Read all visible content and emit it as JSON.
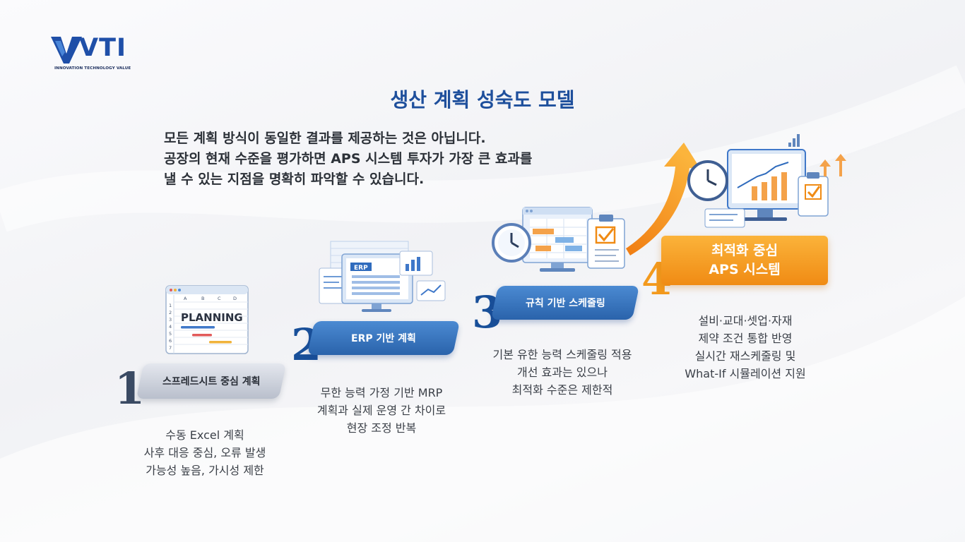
{
  "logo": {
    "text": "VTI",
    "tagline": "INNOVATION TECHNOLOGY VALUE"
  },
  "title": "생산 계획 성숙도 모델",
  "intro": [
    "모든 계획 방식이 동일한 결과를 제공하는 것은 아닙니다.",
    "공장의 현재 수준을 평가하면 APS 시스템 투자가 가장 큰 효과를",
    "낼 수 있는 지점을 명확히 파악할 수 있습니다."
  ],
  "stages": [
    {
      "number": "1",
      "label": "스프레드시트 중심 계획",
      "icon": "spreadsheet-icon",
      "icon_text": "PLANNING",
      "description": [
        "수동 Excel 계획",
        "사후 대응 중심, 오류 발생",
        "가능성 높음, 가시성 제한"
      ]
    },
    {
      "number": "2",
      "label": "ERP 기반 계획",
      "icon": "erp-monitor-icon",
      "icon_text": "ERP",
      "description": [
        "무한 능력 가정 기반 MRP",
        "계획과 실제 운영 간 차이로",
        "현장 조정 반복"
      ]
    },
    {
      "number": "3",
      "label": "규칙 기반 스케줄링",
      "icon": "schedule-monitor-icon",
      "description": [
        "기본 유한 능력 스케줄링 적용",
        "개선 효과는 있으나",
        "최적화 수준은 제한적"
      ]
    },
    {
      "number": "4",
      "label_lines": [
        "최적화 중심",
        "APS 시스템"
      ],
      "icon": "analytics-monitor-icon",
      "description": [
        "설비·교대·셋업·자재",
        "제약 조건 통합 반영",
        "실시간 재스케줄링 및",
        "What-If 시뮬레이션 지원"
      ]
    }
  ],
  "colors": {
    "primary_blue": "#1e4f9c",
    "accent_orange": "#f39a1e",
    "stage1_gray": "#3a4a63"
  },
  "sheet_columns": [
    "A",
    "B",
    "C",
    "D"
  ],
  "sheet_rows": [
    "1",
    "2",
    "3",
    "4",
    "5",
    "6",
    "7"
  ]
}
